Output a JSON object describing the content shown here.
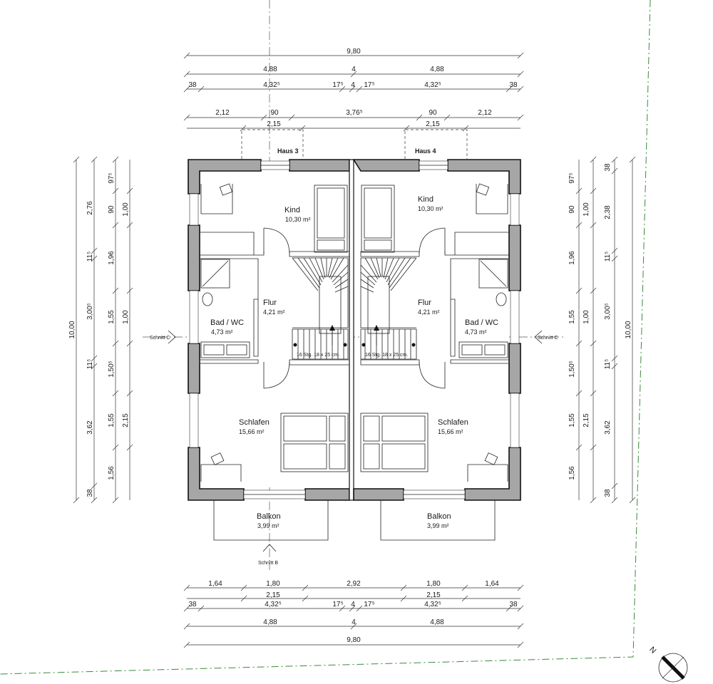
{
  "houses": {
    "left": "Haus 3",
    "right": "Haus 4"
  },
  "rooms": {
    "kind": {
      "name": "Kind",
      "area": "10,30 m²"
    },
    "flur": {
      "name": "Flur",
      "area": "4,21 m²"
    },
    "bad": {
      "name": "Bad / WC",
      "area": "4,73 m²"
    },
    "schlafen": {
      "name": "Schlafen",
      "area": "15,66 m²"
    },
    "balkon": {
      "name": "Balkon",
      "area": "3,99 m²"
    }
  },
  "stairs": {
    "label": "16 Stg. 18 x 25 cm."
  },
  "sections": {
    "c": "Schnitt C",
    "b": "Schnitt B"
  },
  "north_label": "N",
  "dims_top": {
    "r1": [
      "9,80"
    ],
    "r2": [
      "4,88",
      "4",
      "4,88"
    ],
    "r3": [
      "38",
      "4,32⁵",
      "17⁵",
      "4",
      "17⁵",
      "4,32⁵",
      "38"
    ],
    "r4": [
      "2,12",
      "90",
      "3,76⁵",
      "90",
      "2,12"
    ],
    "r5": [
      "2,15",
      "2,15"
    ]
  },
  "dims_bottom": {
    "r1": [
      "1,64",
      "1,80",
      "2,92",
      "1,80",
      "1,64"
    ],
    "r2": [
      "2,15",
      "2,15"
    ],
    "r3": [
      "38",
      "4,32⁵",
      "17⁵",
      "4",
      "17⁵",
      "4,32⁵",
      "38"
    ],
    "r4": [
      "4,88",
      "4",
      "4,88"
    ],
    "r5": [
      "9,80"
    ]
  },
  "dims_left": {
    "total": "10,00",
    "c1": [
      "2,76",
      "11⁵",
      "3,00⁵",
      "11⁵",
      "3,62",
      "38"
    ],
    "c2": [
      "97⁵",
      "90",
      "1,96",
      "1,55",
      "1,50⁵",
      "1,55",
      "1,56"
    ],
    "c3": [
      "1,00",
      "1,00",
      "2,15"
    ]
  },
  "dims_right": {
    "total": "10,00",
    "c1": [
      "38",
      "2,38",
      "11⁵",
      "3,00⁵",
      "11⁵",
      "3,62",
      "38"
    ],
    "c2": [
      "97⁵",
      "90",
      "1,96",
      "1,55",
      "1,50⁵",
      "1,55",
      "1,56"
    ],
    "c3": [
      "1,00",
      "1,00",
      "2,15"
    ]
  }
}
